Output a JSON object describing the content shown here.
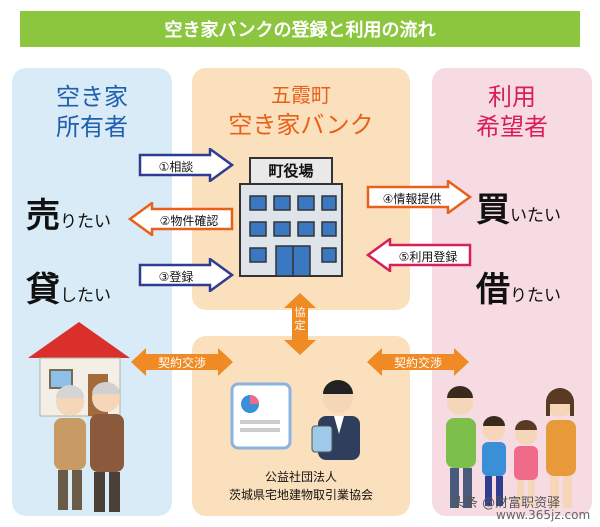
{
  "title": "空き家バンクの登録と利用の流れ",
  "left": {
    "title_line1": "空き家",
    "title_line2": "所有者",
    "actions": [
      {
        "big": "売",
        "small": "りたい"
      },
      {
        "big": "貸",
        "small": "したい"
      }
    ]
  },
  "center": {
    "title_line1": "五霞町",
    "title_line2": "空き家バンク",
    "building_sign": "町役場",
    "consult_label": "協定",
    "org_line1": "公益社団法人",
    "org_line2": "茨城県宅地建物取引業協会"
  },
  "right": {
    "title_line1": "利用",
    "title_line2": "希望者",
    "actions": [
      {
        "big": "買",
        "small": "いたい"
      },
      {
        "big": "借",
        "small": "りたい"
      }
    ]
  },
  "arrows": {
    "a1": "①相談",
    "a2": "②物件確認",
    "a3": "③登録",
    "a4": "④情報提供",
    "a5": "⑤利用登録",
    "contract_left": "契約交渉",
    "contract_right": "契約交渉"
  },
  "watermark": "头条 @财富职资驿",
  "watermark2": "www.365jz.com",
  "colors": {
    "green": "#8cc63f",
    "blue_arrow": "#2e3d8f",
    "orange_arrow": "#e8611a",
    "pink_arrow": "#d81e5b"
  }
}
